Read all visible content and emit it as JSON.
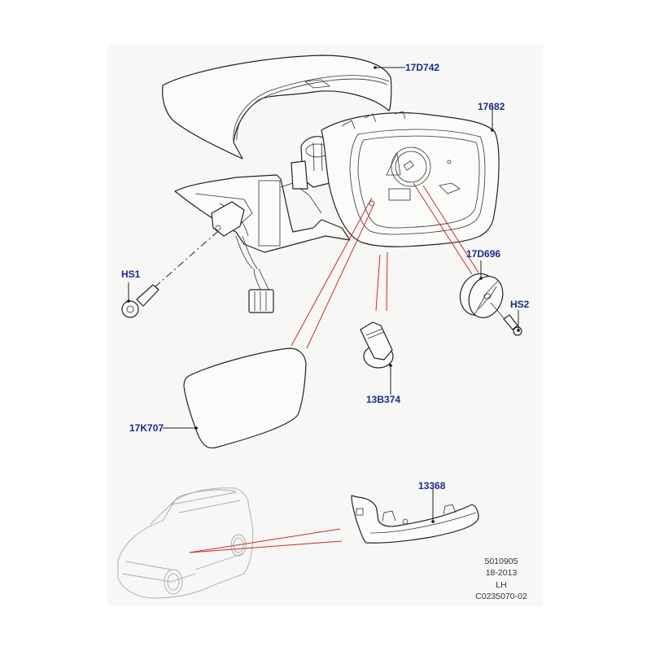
{
  "diagram": {
    "title": "Exterior mirror assembly - LH",
    "colors": {
      "label": "#1c2a8a",
      "callout_line": "#cc2a2a",
      "panel_background": "#f7f7f5",
      "ref_text": "#333333"
    },
    "parts": [
      {
        "id": "17D742",
        "name": "mirror-cover-cap"
      },
      {
        "id": "17682",
        "name": "mirror-housing-assembly"
      },
      {
        "id": "17D696",
        "name": "mirror-glass-actuator-motor"
      },
      {
        "id": "HS1",
        "name": "mirror-mounting-bolt"
      },
      {
        "id": "HS2",
        "name": "actuator-screw"
      },
      {
        "id": "13B374",
        "name": "puddle-lamp"
      },
      {
        "id": "17K707",
        "name": "mirror-glass"
      },
      {
        "id": "13368",
        "name": "side-repeater-lamp"
      }
    ],
    "reference": {
      "line1": "5010905",
      "line2": "18-2013",
      "line3": "LH",
      "line4": "C0235070-02"
    }
  }
}
